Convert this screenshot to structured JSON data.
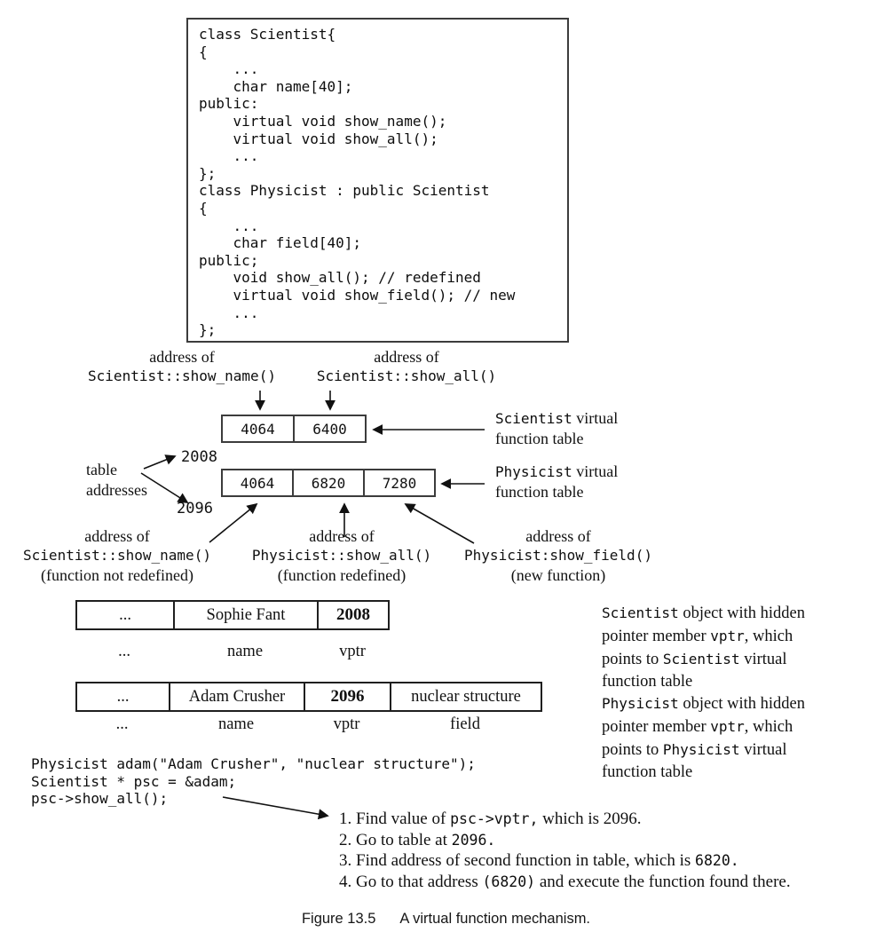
{
  "code_box": {
    "lines": [
      "class Scientist{",
      "{",
      "    ...",
      "    char name[40];",
      "public:",
      "    virtual void show_name();",
      "    virtual void show_all();",
      "    ...",
      "};",
      "class Physicist : public Scientist",
      "{",
      "    ...",
      "    char field[40];",
      "public;",
      "    void show_all(); // redefined",
      "    virtual void show_field(); // new",
      "    ...",
      "};"
    ]
  },
  "top_labels": {
    "show_name": {
      "caption": "address of",
      "func": "Scientist::show_name()"
    },
    "show_all": {
      "caption": "address of",
      "func": "Scientist::show_all()"
    }
  },
  "scientist_vtable": {
    "cells": [
      "4064",
      "6400"
    ],
    "label_line1": [
      {
        "t": "Scientist",
        "mono": true
      },
      {
        "t": " virtual"
      }
    ],
    "label_line2": "function table"
  },
  "physicist_vtable": {
    "cells": [
      "4064",
      "6820",
      "7280"
    ],
    "label_line1": [
      {
        "t": "Physicist",
        "mono": true
      },
      {
        "t": " virtual"
      }
    ],
    "label_line2": "function table"
  },
  "table_addresses": {
    "label_line1": "table",
    "label_line2": "addresses",
    "top_address": "2008",
    "bottom_address": "2096"
  },
  "function_labels": {
    "show_name": {
      "caption": "address of",
      "func": "Scientist::show_name()",
      "note": "(function not redefined)"
    },
    "show_all": {
      "caption": "address of",
      "func": "Physicist::show_all()",
      "note": "(function redefined)"
    },
    "show_field": {
      "caption": "address of",
      "func": "Physicist:show_field()",
      "note": "(new function)"
    }
  },
  "scientist_object": {
    "cells": [
      "...",
      "Sophie Fant",
      "2008"
    ],
    "labels": [
      "...",
      "name",
      "vptr"
    ]
  },
  "physicist_object": {
    "cells": [
      "...",
      "Adam Crusher",
      "2096",
      "nuclear structure"
    ],
    "labels": [
      "...",
      "name",
      "vptr",
      "field"
    ]
  },
  "annotations": {
    "scientist": [
      {
        "t": "Scientist",
        "mono": true
      },
      {
        "t": " object with hidden"
      },
      {
        "br": true
      },
      {
        "t": "pointer member "
      },
      {
        "t": "vptr",
        "mono": true
      },
      {
        "t": ", which"
      },
      {
        "br": true
      },
      {
        "t": "points to "
      },
      {
        "t": "Scientist",
        "mono": true
      },
      {
        "t": " virtual"
      },
      {
        "br": true
      },
      {
        "t": "function table"
      }
    ],
    "physicist": [
      {
        "t": "Physicist",
        "mono": true
      },
      {
        "t": " object with hidden"
      },
      {
        "br": true
      },
      {
        "t": "pointer member "
      },
      {
        "t": "vptr",
        "mono": true
      },
      {
        "t": ", which"
      },
      {
        "br": true
      },
      {
        "t": "points to "
      },
      {
        "t": "Physicist",
        "mono": true
      },
      {
        "t": " virtual"
      },
      {
        "br": true
      },
      {
        "t": "function table"
      }
    ]
  },
  "bottom_code": {
    "lines": [
      "Physicist adam(\"Adam Crusher\", \"nuclear structure\");",
      "Scientist * psc = &adam;",
      "psc->show_all();"
    ]
  },
  "steps": [
    [
      {
        "t": "1. Find value of "
      },
      {
        "t": "psc->vptr,",
        "mono": true
      },
      {
        "t": " which is 2096."
      }
    ],
    [
      {
        "t": "2. Go to table at "
      },
      {
        "t": "2096.",
        "mono": true
      }
    ],
    [
      {
        "t": "3. Find address of second function in table, which is "
      },
      {
        "t": "6820.",
        "mono": true
      }
    ],
    [
      {
        "t": "4. Go to that address "
      },
      {
        "t": "(6820)",
        "mono": true
      },
      {
        "t": " and execute the function found there."
      }
    ]
  ],
  "caption": {
    "figure": "Figure 13.5",
    "title": "A virtual function mechanism."
  }
}
